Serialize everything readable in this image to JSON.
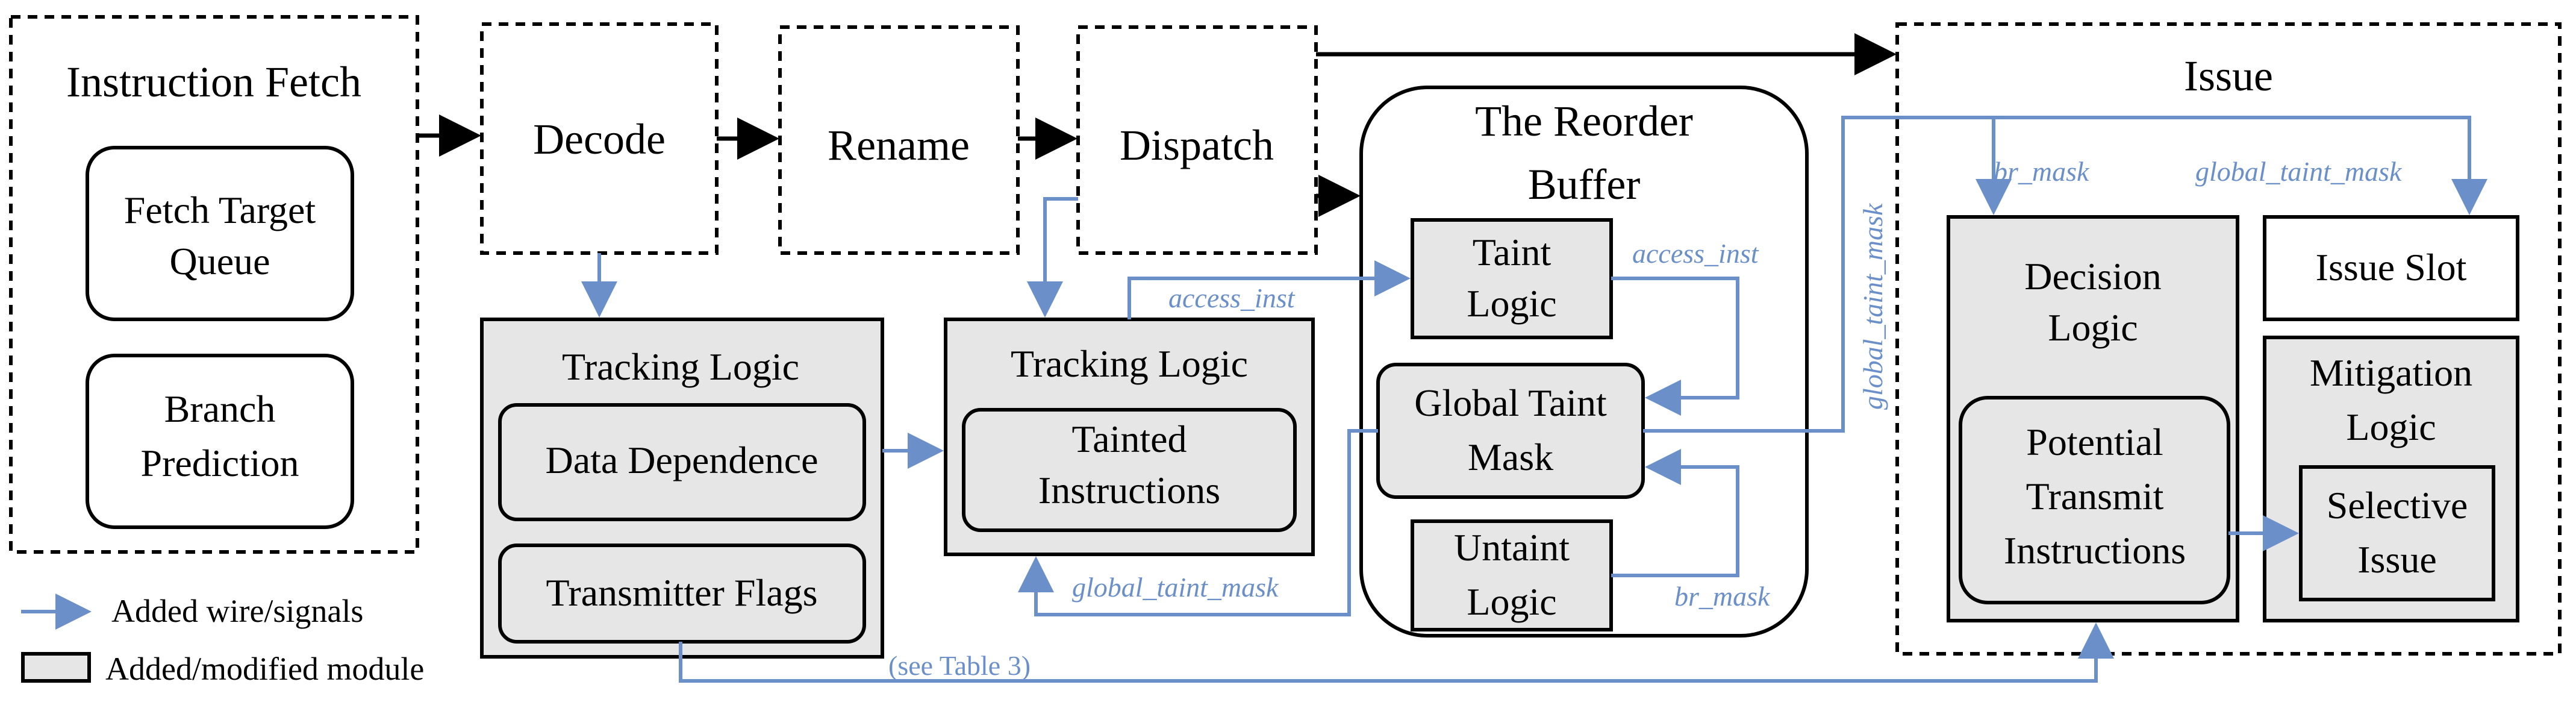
{
  "blocks": {
    "fetch": {
      "title": "Instruction Fetch",
      "fetch_target_queue": [
        "Fetch Target",
        "Queue"
      ],
      "branch_prediction": [
        "Branch",
        "Prediction"
      ]
    },
    "decode": {
      "title": "Decode"
    },
    "rename": {
      "title": "Rename"
    },
    "dispatch": {
      "title": "Dispatch"
    },
    "tracking1": {
      "title": "Tracking Logic",
      "data_dependence": "Data Dependence",
      "transmitter_flags": "Transmitter Flags"
    },
    "tracking2": {
      "title": "Tracking Logic",
      "tainted": [
        "Tainted",
        "Instructions"
      ]
    },
    "rob": {
      "title": [
        "The Reorder",
        "Buffer"
      ],
      "taint_logic": [
        "Taint",
        "Logic"
      ],
      "global_taint_mask": [
        "Global Taint",
        "Mask"
      ],
      "untaint_logic": [
        "Untaint",
        "Logic"
      ]
    },
    "issue": {
      "title": "Issue",
      "decision_logic": [
        "Decision",
        "Logic"
      ],
      "potential": [
        "Potential",
        "Transmit",
        "Instructions"
      ],
      "issue_slot": "Issue Slot",
      "mitigation": [
        "Mitigation",
        "Logic"
      ],
      "selective_issue": [
        "Selective",
        "Issue"
      ]
    }
  },
  "signals": {
    "access_inst_1": "access_inst",
    "access_inst_2": "access_inst",
    "global_taint_mask_bottom": "global_taint_mask",
    "global_taint_mask_vertical": "global_taint_mask",
    "br_mask_rob": "br_mask",
    "br_mask_issue": "br_mask",
    "global_taint_mask_issue": "global_taint_mask",
    "see_table": "(see Table 3)"
  },
  "legend": {
    "wire": "Added wire/signals",
    "module": "Added/modified module"
  },
  "colors": {
    "added_signal": "#6b8fc8",
    "modified_module_fill": "#e6e6e6"
  }
}
